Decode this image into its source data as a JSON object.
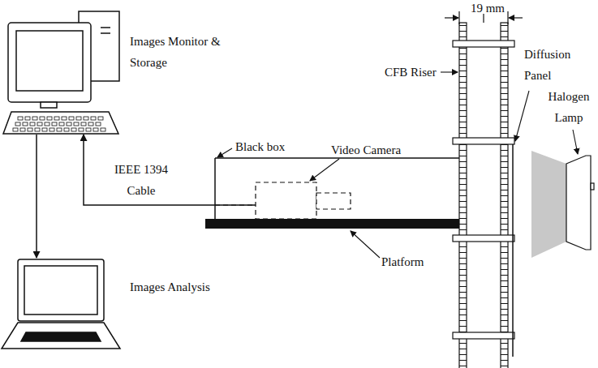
{
  "diagram": {
    "nodes": [
      {
        "text": [
          "Images Monitor & Storage"
        ]
      },
      {
        "text": [
          "Images Analysis"
        ]
      },
      {
        "text": [
          "Black box"
        ]
      },
      {
        "text": [
          "Video Camera"
        ],
        "in": 2
      },
      {
        "text": [
          "CFB Riser"
        ]
      },
      {
        "text": [
          "Diffusion Panel"
        ]
      },
      {
        "text": [
          "Halogen Lamp"
        ]
      },
      {
        "text": [
          "Platform"
        ]
      }
    ],
    "edges": [
      {
        "from": 0,
        "to": 1,
        "arrow": "to"
      },
      {
        "from": 3,
        "to": 0,
        "arrow": "to"
      }
    ],
    "labels": [
      "IEEE 1394 Cable",
      "19 mm"
    ]
  }
}
